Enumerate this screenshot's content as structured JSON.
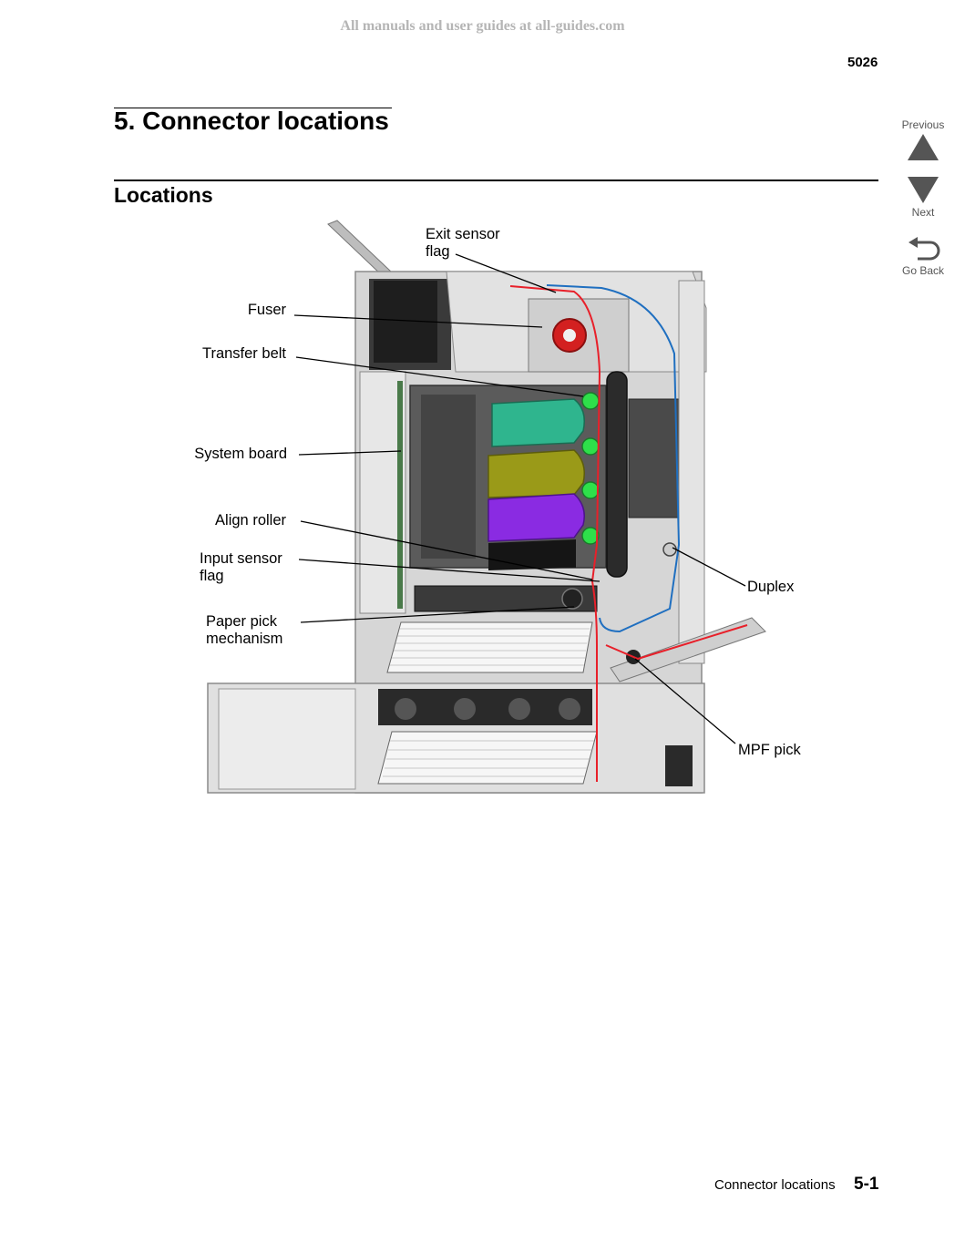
{
  "watermark": "All manuals and user guides at all-guides.com",
  "header": {
    "model": "5026"
  },
  "chapter": {
    "title": "5.  Connector locations"
  },
  "section": {
    "title": "Locations"
  },
  "nav": {
    "previous": "Previous",
    "next": "Next",
    "go_back": "Go Back"
  },
  "diagram": {
    "labels": {
      "exit_sensor_line1": "Exit sensor",
      "exit_sensor_line2": "flag",
      "fuser": "Fuser",
      "transfer_belt": "Transfer belt",
      "system_board": "System board",
      "align_roller": "Align roller",
      "input_sensor_line1": "Input sensor",
      "input_sensor_line2": "flag",
      "paper_pick_line1": "Paper pick",
      "paper_pick_line2": "mechanism",
      "duplex": "Duplex",
      "mpf_pick": "MPF pick"
    },
    "colors": {
      "cyan_cartridge": "#2fb58e",
      "yellow_cartridge": "#9a9a18",
      "magenta_cartridge": "#8a2be2",
      "paper_path": "#e8202a",
      "duplex_path": "#1f6fc0",
      "fuser_roller": "#d32020",
      "frame": "#c9c9c9"
    }
  },
  "footer": {
    "section": "Connector locations",
    "page": "5-1"
  }
}
